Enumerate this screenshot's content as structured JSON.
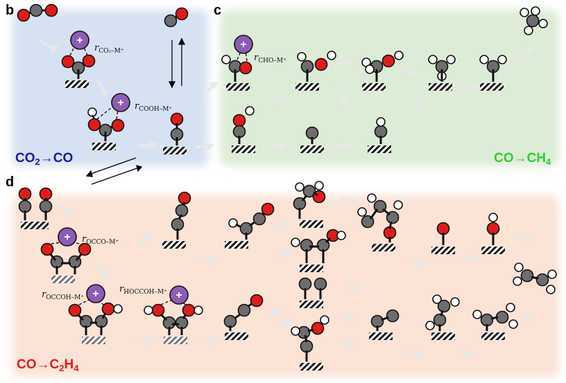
{
  "panels": {
    "b": {
      "letter": "b",
      "title_main": "CO",
      "title_sub": "2",
      "title_tail": "→CO",
      "title_color": "#1a1aa6",
      "bg": "#d6e1f2"
    },
    "c": {
      "letter": "c",
      "title_main": "CO→CH",
      "title_sub": "4",
      "title_color": "#33cc33",
      "bg": "#dcecd6"
    },
    "d": {
      "letter": "d",
      "title_main": "CO→C",
      "title_sub": "2",
      "title_tail": "H",
      "title_sub2": "4",
      "title_color": "#e01b1b",
      "bg": "#fbe3d6"
    }
  },
  "rates": {
    "co2": {
      "r": "r",
      "sub": "CO₂–M⁺"
    },
    "cooh": {
      "r": "r",
      "sub": "COOH–M⁺"
    },
    "cho": {
      "r": "r",
      "sub": "CHO–M⁺"
    },
    "occo": {
      "r": "r",
      "sub": "OCCO–M⁺"
    },
    "occoh": {
      "r": "r",
      "sub": "OCCOH–M⁺"
    },
    "hoccoh": {
      "r": "r",
      "sub": "HOCCOH–M⁺"
    }
  },
  "colors": {
    "carbon": "#6d6d6d",
    "oxygen": "#e01b1b",
    "hydrogen": "#ffffff",
    "cation": "#8e5bb5",
    "arrow": "#e8e8e8"
  },
  "cation_symbol": "+"
}
